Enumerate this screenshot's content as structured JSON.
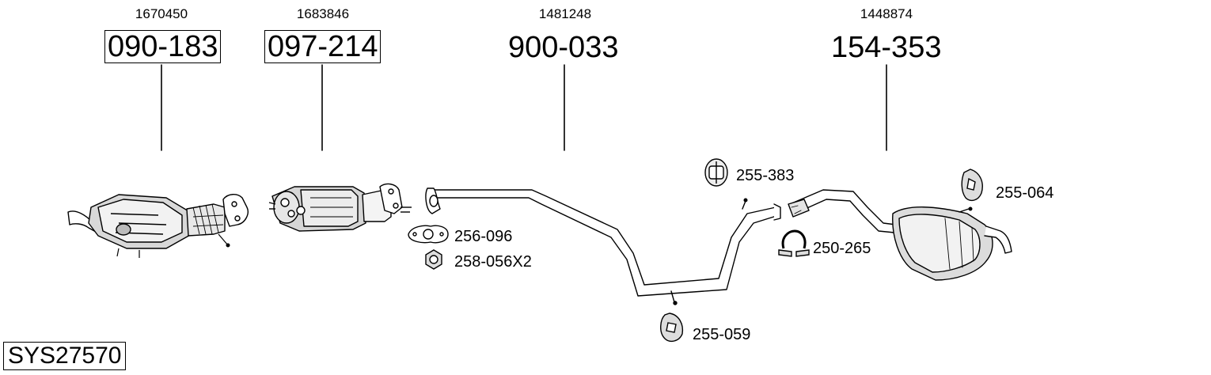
{
  "parts": [
    {
      "oe": "1670450",
      "number": "090-183"
    },
    {
      "oe": "1683846",
      "number": "097-214"
    },
    {
      "oe": "1481248",
      "number": "900-033"
    },
    {
      "oe": "1448874",
      "number": "154-353"
    }
  ],
  "accessories": [
    {
      "label": "255-383",
      "icon": "rubber-hanger-icon"
    },
    {
      "label": "255-064",
      "icon": "rubber-mount-icon"
    },
    {
      "label": "256-096",
      "icon": "gasket-icon"
    },
    {
      "label": "258-056X2",
      "icon": "hex-nut-icon"
    },
    {
      "label": "250-265",
      "icon": "pipe-clamp-icon"
    },
    {
      "label": "255-059",
      "icon": "rubber-mount-icon"
    }
  ],
  "system_id": "SYS27570"
}
